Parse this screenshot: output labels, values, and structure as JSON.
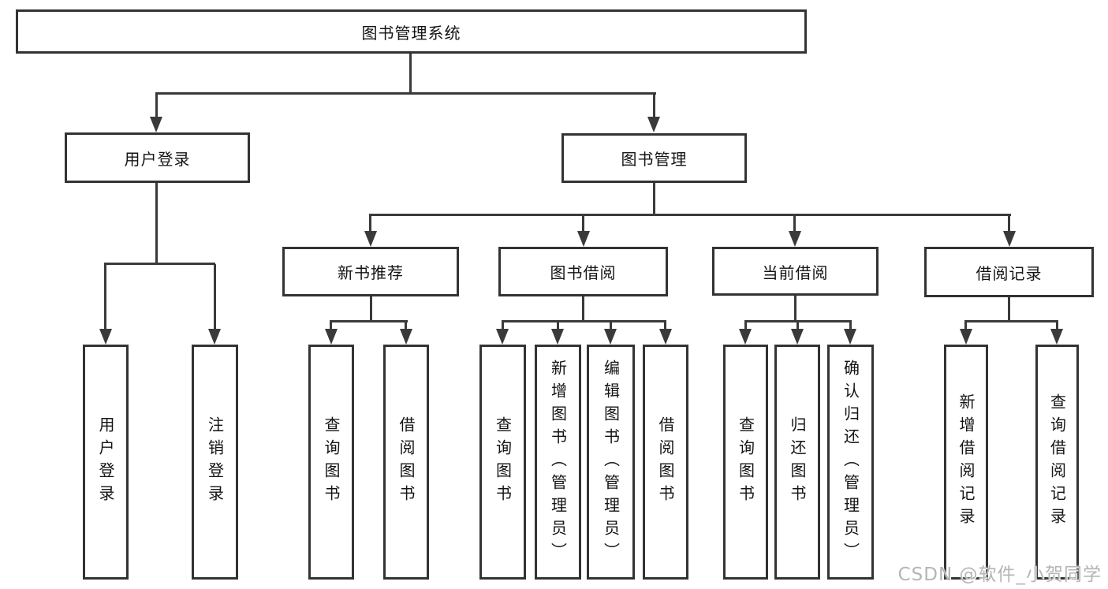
{
  "tree": {
    "label": "图书管理系统",
    "children": [
      {
        "label": "用户登录",
        "children": [
          {
            "label": "用户登录"
          },
          {
            "label": "注销登录"
          }
        ]
      },
      {
        "label": "图书管理",
        "children": [
          {
            "label": "新书推荐",
            "children": [
              {
                "label": "查询图书"
              },
              {
                "label": "借阅图书"
              }
            ]
          },
          {
            "label": "图书借阅",
            "children": [
              {
                "label": "查询图书"
              },
              {
                "label": "新增图书（管理员）"
              },
              {
                "label": "编辑图书（管理员）"
              },
              {
                "label": "借阅图书"
              }
            ]
          },
          {
            "label": "当前借阅",
            "children": [
              {
                "label": "查询图书"
              },
              {
                "label": "归还图书"
              },
              {
                "label": "确认归还（管理员）"
              }
            ]
          },
          {
            "label": "借阅记录",
            "children": [
              {
                "label": "新增借阅记录"
              },
              {
                "label": "查询借阅记录"
              }
            ]
          }
        ]
      }
    ]
  },
  "watermark": {
    "text": "CSDN @软件_小贺同学"
  },
  "colors": {
    "line": "#3a3a3a",
    "box_border": "#333333",
    "text": "#141414",
    "watermark": "#b5b5b5"
  }
}
